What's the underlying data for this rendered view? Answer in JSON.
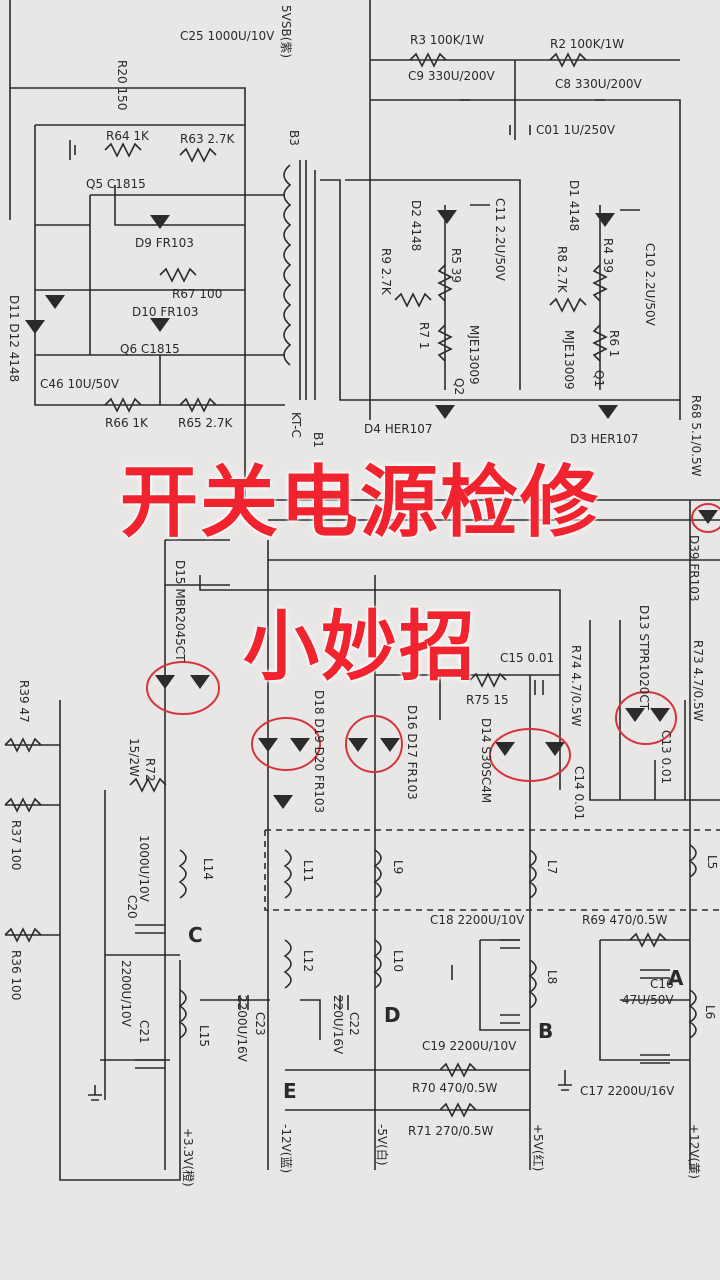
{
  "headline": {
    "line1": "开关电源检修",
    "line2": "小妙招",
    "color": "#f0232f"
  },
  "labels": {
    "r20": "R20 150",
    "c25": "C25 1000U/10V",
    "fivevsb": "5VSB(紫)",
    "r3": "R3 100K/1W",
    "r2": "R2 100K/1W",
    "c9": "C9 330U/200V",
    "c8": "C8 330U/200V",
    "c01": "C01 1U/250V",
    "r64": "R64 1K",
    "r63": "R63 2.7K",
    "q5": "Q5 C1815",
    "d9": "D9 FR103",
    "r67": "R67 100",
    "d10": "D10 FR103",
    "q6": "Q6 C1815",
    "d11": "D11 D12 4148",
    "c46": "C46 10U/50V",
    "r66": "R66 1K",
    "r65": "R65 2.7K",
    "b3": "B3",
    "kt": "KT-C",
    "b1": "B1",
    "d2": "D2 4148",
    "r5": "R5 39",
    "c11": "C11 2.2U/50V",
    "r9": "R9 2.7K",
    "r7": "R7 1",
    "mje2": "MJE13009",
    "q2": "Q2",
    "d4": "D4 HER107",
    "d1": "D1 4148",
    "r4": "R4 39",
    "c10": "C10 2.2U/50V",
    "r8": "R8 2.7K",
    "r6": "R6 1",
    "mje1": "MJE13009",
    "q1": "Q1",
    "d3": "D3 HER107",
    "r68": "R68 5.1/0.5W",
    "d39": "D39 FR103",
    "d15": "D15 MBR2045CT",
    "r39": "R39 47",
    "r72": "R72",
    "r72v": "15/2W",
    "d18": "D18 D19 D20 FR103",
    "d16": "D16 D17 FR103",
    "c15": "C15 0.01",
    "r75": "R75 15",
    "r74": "R74 4.7/0.5W",
    "d14": "D14 S30SC4M",
    "c14": "C14 0.01",
    "d13": "D13 STPR1020CT",
    "r73": "R73 4.7/0.5W",
    "c13": "C13 0.01",
    "r37": "R37 100",
    "c20": "C20",
    "c20v": "1000U/10V",
    "l14": "L14",
    "l11": "L11",
    "l9": "L9",
    "l7": "L7",
    "l5": "L5",
    "c": "C",
    "r36": "R36 100",
    "c18": "C18 2200U/10V",
    "r69": "R69 470/0.5W",
    "l12": "L12",
    "l10": "L10",
    "l8": "L8",
    "c16": "C16",
    "c16v": "47U/50V",
    "a": "A",
    "l6": "L6",
    "c21": "C21",
    "c21v": "2200U/10V",
    "l15": "L15",
    "c23": "C23",
    "c23v": "2200U/16V",
    "c22": "C22",
    "c22v": "220U/16V",
    "d": "D",
    "b": "B",
    "c19": "C19 2200U/10V",
    "c17": "C17 2200U/16V",
    "e": "E",
    "r70": "R70 470/0.5W",
    "r71": "R71 270/0.5W",
    "out33": "+3.3V(橙)",
    "outm12": "-12V(蓝)",
    "outm5": "-5V(白)",
    "out5": "+5V(红)",
    "out12": "+12V(黄)"
  }
}
